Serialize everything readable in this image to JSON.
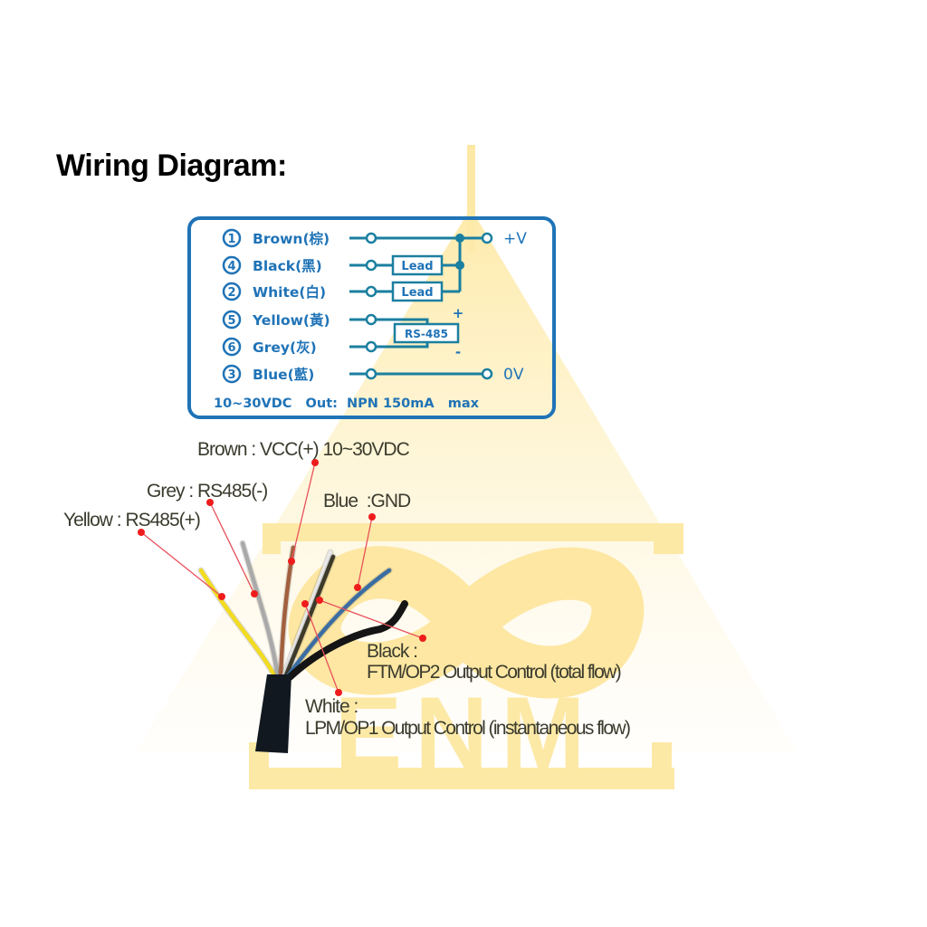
{
  "page": {
    "title": "Wiring Diagram:"
  },
  "watermark": {
    "logo_text": "ENM",
    "logo_symbol": "infinity-icon",
    "color": "#fde9a6"
  },
  "schematic": {
    "border_color": "#1f73b7",
    "line_color": "#1b7fa0",
    "wires": [
      {
        "pin": "1",
        "label": "Brown(棕)",
        "connects_to": "+V"
      },
      {
        "pin": "4",
        "label": "Black(黑)",
        "box": "Lead"
      },
      {
        "pin": "2",
        "label": "White(白)",
        "box": "Lead"
      },
      {
        "pin": "5",
        "label": "Yellow(黃)",
        "polarity": "+"
      },
      {
        "pin": "6",
        "label": "Grey(灰)",
        "polarity": "-"
      },
      {
        "pin": "3",
        "label": "Blue(藍)",
        "connects_to": "0V"
      }
    ],
    "plus_v_label": "+V",
    "zero_v_label": "0V",
    "rs485_box_label": "RS-485",
    "plus_sign": "+",
    "minus_sign": "-",
    "footer": "10~30VDC   Out:  NPN 150mA   max"
  },
  "cable": {
    "dot_color": "#ee1c1c",
    "leader_color": "#e8505a",
    "wire_colors": {
      "yellow": "#f2dc1f",
      "grey": "#a9a9a9",
      "brown": "#a2603e",
      "white": "#e8e8e8",
      "dark": "#3d3a2a",
      "blue": "#3a6da3",
      "black": "#151515",
      "sheath": "#111820"
    },
    "callouts": [
      {
        "id": "brown",
        "text": "Brown : VCC(+) 10~30VDC"
      },
      {
        "id": "grey",
        "text": "Grey : RS485(-)"
      },
      {
        "id": "yellow",
        "text": "Yellow : RS485(+)"
      },
      {
        "id": "blue",
        "text": "Blue  :GND"
      },
      {
        "id": "black_title",
        "text": "Black :"
      },
      {
        "id": "black_desc",
        "text": "FTM/OP2 Output Control (total flow)"
      },
      {
        "id": "white_title",
        "text": "White :"
      },
      {
        "id": "white_desc",
        "text": "LPM/OP1 Output Control (instantaneous flow)"
      }
    ]
  }
}
